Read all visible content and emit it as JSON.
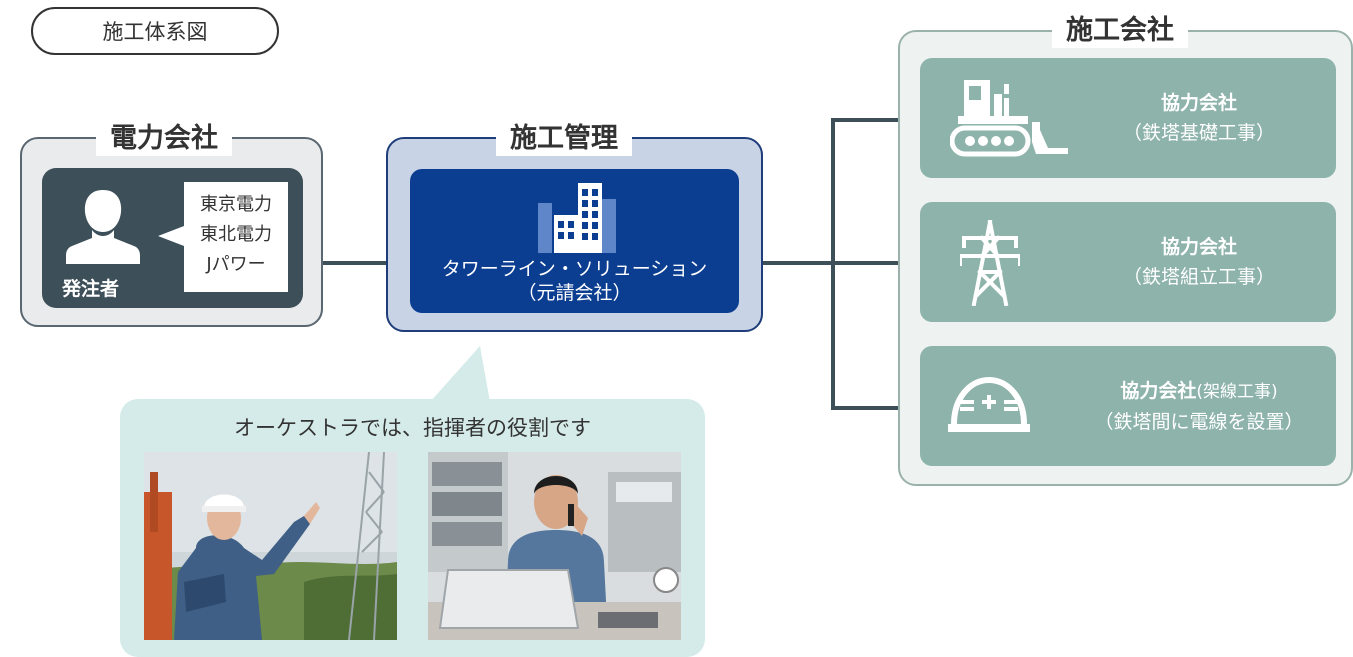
{
  "header": {
    "title": "施工体系図"
  },
  "power_company": {
    "title": "電力会社",
    "role_label": "発注者",
    "clients": [
      "東京電力",
      "東北電力",
      "Jパワー"
    ]
  },
  "construction_management": {
    "title": "施工管理",
    "company_name": "タワーライン・ソリューション",
    "company_role": "（元請会社）"
  },
  "contractors": {
    "title": "施工会社",
    "items": [
      {
        "name": "協力会社",
        "work": "（鉄塔基礎工事）",
        "icon": "bulldozer-icon"
      },
      {
        "name": "協力会社",
        "work": "（鉄塔組立工事）",
        "icon": "tower-icon"
      },
      {
        "name": "協力会社",
        "name_suffix": "(架線工事)",
        "work": "（鉄塔間に電線を設置）",
        "icon": "helmet-icon"
      }
    ]
  },
  "callout": {
    "caption": "オーケストラでは、指揮者の役割です"
  },
  "colors": {
    "dark_slate": "#3d4f59",
    "navy": "#0b3d91",
    "light_blue": "#c9d3e6",
    "teal": "#8db3aa",
    "callout_bg": "#d5ebe9"
  }
}
